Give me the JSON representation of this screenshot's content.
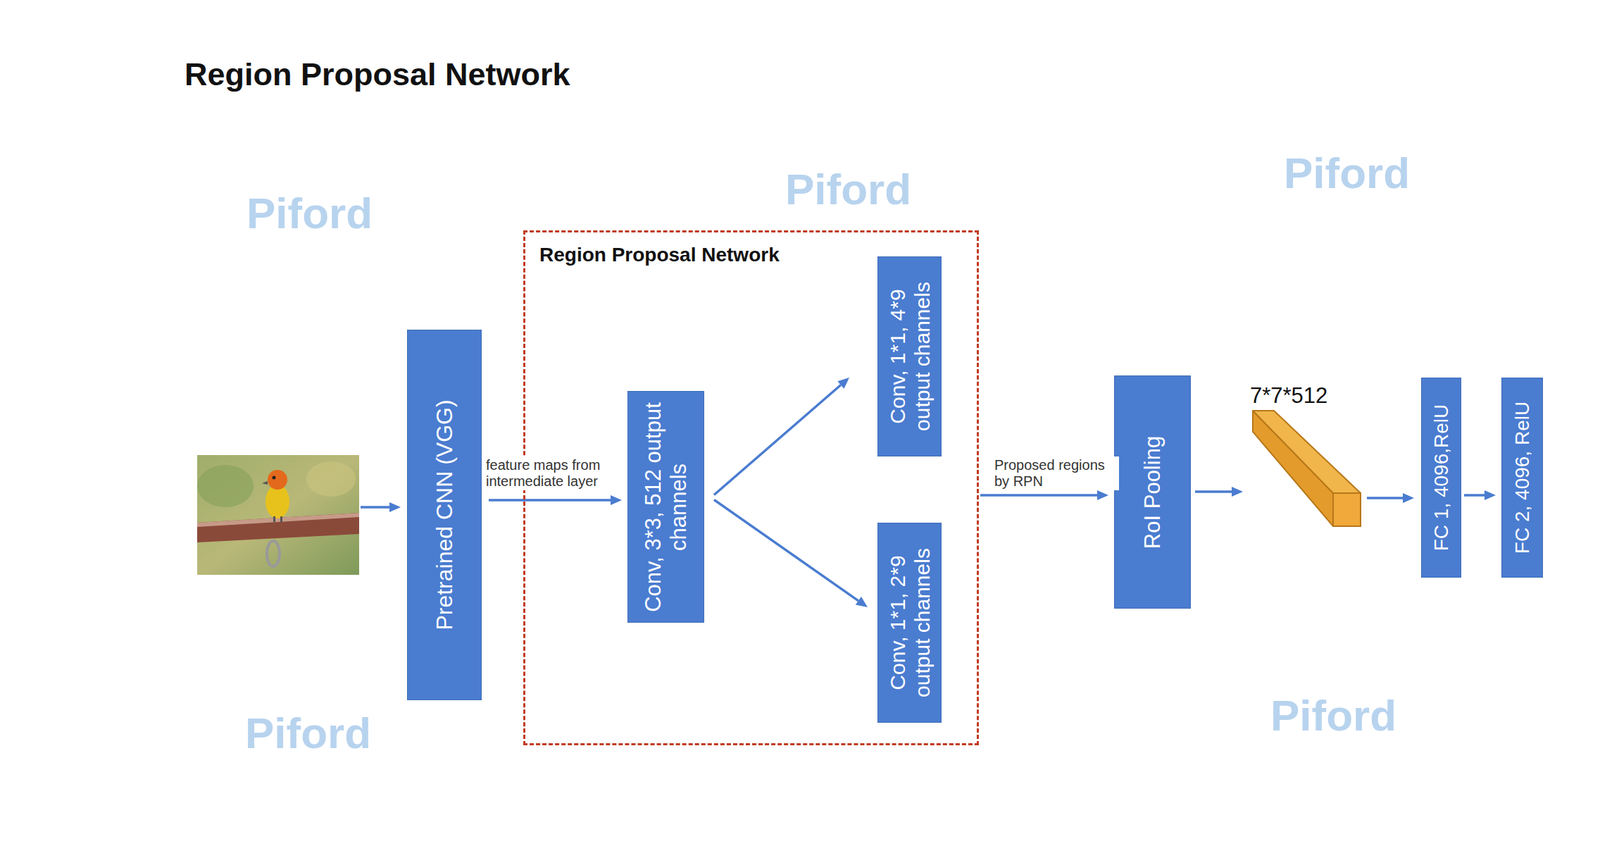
{
  "diagram": {
    "title": "Region Proposal Network",
    "nodes": [
      {
        "text": [
          "Pretrained CNN (VGG)"
        ]
      },
      {
        "text": [
          "Region Proposal Network"
        ]
      },
      {
        "text": [
          "Conv, 3*3, 512 output channels"
        ],
        "in": 1
      },
      {
        "text": [
          "Conv, 1*1, 4*9 output channels"
        ],
        "in": 1
      },
      {
        "text": [
          "Conv, 1*1, 2*9 output channels"
        ],
        "in": 1
      },
      {
        "text": [
          "RoI Pooling"
        ]
      },
      {
        "text": [
          "7*7*512"
        ]
      },
      {
        "text": [
          "FC 1, 4096,RelU"
        ]
      },
      {
        "text": [
          "FC 2, 4096, RelU"
        ]
      }
    ],
    "edges": [
      {
        "from": 0,
        "to": 2,
        "arrow": "to",
        "label": "feature maps from intermediate layer"
      },
      {
        "from": 2,
        "to": 3,
        "arrow": "to"
      },
      {
        "from": 2,
        "to": 4,
        "arrow": "to"
      },
      {
        "from": 1,
        "to": 5,
        "arrow": "to",
        "label": "Proposed regions by RPN"
      },
      {
        "from": 5,
        "to": 6,
        "arrow": "to"
      },
      {
        "from": 6,
        "to": 7,
        "arrow": "to"
      },
      {
        "from": 7,
        "to": 8,
        "arrow": "to"
      }
    ],
    "labels": [
      "Piford",
      "Piford",
      "Piford",
      "Piford",
      "Piford"
    ]
  }
}
